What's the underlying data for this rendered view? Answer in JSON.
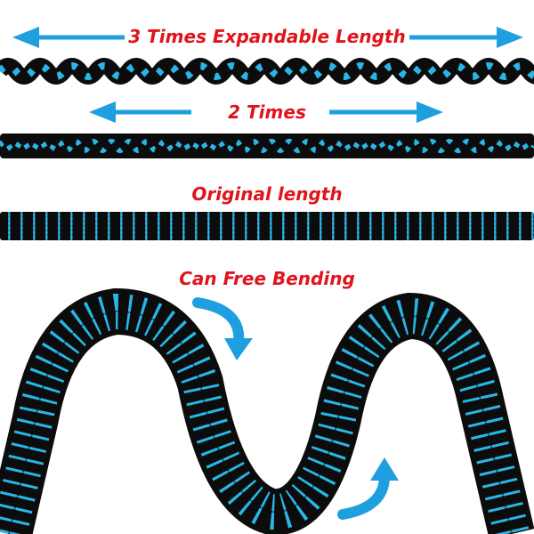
{
  "labels": {
    "three_times": "3 Times Expandable Length",
    "two_times": "2 Times",
    "original": "Original length",
    "bending": "Can Free Bending"
  },
  "colors": {
    "label_red": "#e0141b",
    "arrow_blue": "#1e9fe0",
    "hose_black": "#0c0c0c",
    "stripe_cyan": "#29b6e6"
  },
  "icons": {
    "expand_arrows": "double-headed-arrow-icon",
    "bend_arrows": "curved-arrow-icon"
  }
}
